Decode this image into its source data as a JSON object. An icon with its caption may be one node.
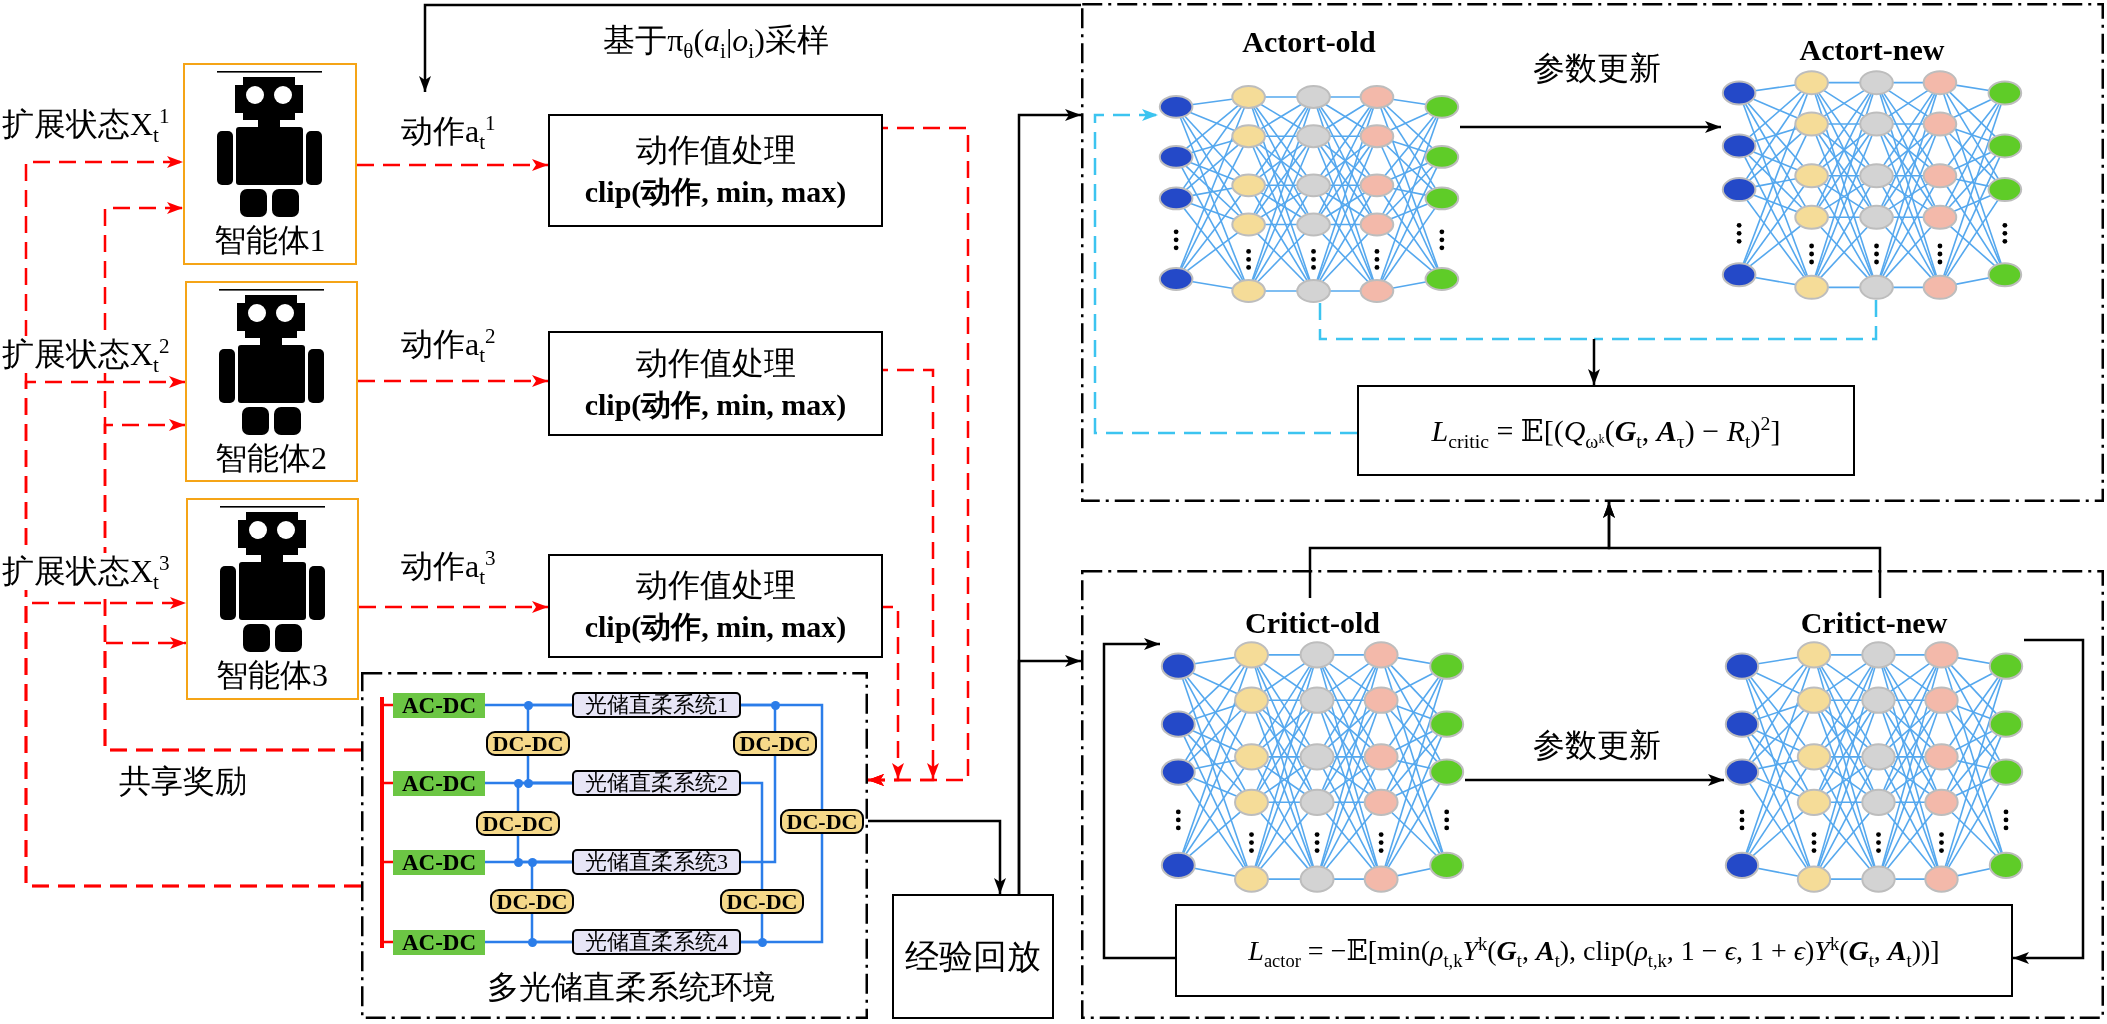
{
  "diagram": {
    "nodes": [
      {
        "text": [
          "智能体1"
        ]
      },
      {
        "text": [
          "智能体2"
        ]
      },
      {
        "text": [
          "智能体3"
        ]
      },
      {
        "text": [
          "动作值处理",
          "clip(动作, min, max)"
        ]
      },
      {
        "text": [
          "动作值处理",
          "clip(动作, min, max)"
        ]
      },
      {
        "text": [
          "动作值处理",
          "clip(动作, min, max)"
        ]
      },
      {
        "text": [
          "多光储直柔系统环境"
        ]
      },
      {
        "text": [],
        "shape": "bar",
        "in": 6
      },
      {
        "text": [
          "AC-DC"
        ],
        "in": 6
      },
      {
        "text": [
          "AC-DC"
        ],
        "in": 6
      },
      {
        "text": [
          "AC-DC"
        ],
        "in": 6
      },
      {
        "text": [
          "AC-DC"
        ],
        "in": 6
      },
      {
        "text": [
          "光储直柔系统1"
        ],
        "in": 6
      },
      {
        "text": [
          "光储直柔系统2"
        ],
        "in": 6
      },
      {
        "text": [
          "光储直柔系统3"
        ],
        "in": 6
      },
      {
        "text": [
          "光储直柔系统4"
        ],
        "in": 6
      },
      {
        "text": [
          "DC-DC"
        ],
        "in": 6
      },
      {
        "text": [
          "DC-DC"
        ],
        "in": 6
      },
      {
        "text": [
          "DC-DC"
        ],
        "in": 6
      },
      {
        "text": [
          "DC-DC"
        ],
        "in": 6
      },
      {
        "text": [
          "DC-DC"
        ],
        "in": 6
      },
      {
        "text": [
          "DC-DC"
        ],
        "in": 6
      },
      {
        "text": [
          "经验回放"
        ]
      },
      {
        "text": [],
        "shape": "box"
      },
      {
        "text": [
          "Actort-old"
        ],
        "in": 23
      },
      {
        "text": [
          "Actort-new"
        ],
        "in": 23
      },
      {
        "text": [
          "*L*$_{critic}$ = 𝔼[(*Q*$_{ωᵏ}$(**G**$_{t}$, **A**$_{τ}$) − *R*$_{t}$)$^{2}$]"
        ],
        "in": 23
      },
      {
        "text": [],
        "shape": "box"
      },
      {
        "text": [
          "Critict-old"
        ],
        "in": 27
      },
      {
        "text": [
          "Critict-new"
        ],
        "in": 27
      },
      {
        "text": [
          "*L*$_{actor}$ = −𝔼[min(*ρ*$_{t,k}$*Y*$^{k}$(**G**$_{t}$, **A**$_{t}$), clip(*ρ*$_{t,k}$, 1 − *ϵ*, 1 + *ϵ*)*Y*$^{k}$(**G**$_{t}$, **A**$_{t}$))]"
        ],
        "in": 27
      }
    ],
    "edges": [
      {
        "from": 6,
        "to": 0,
        "arrow": "to",
        "label": "扩展状态X$_{t}$$^{1}$",
        "style": "dashed",
        "color": "#ff0000"
      },
      {
        "from": 6,
        "to": 0,
        "arrow": "to",
        "style": "dashed",
        "color": "#ff0000"
      },
      {
        "from": 6,
        "to": 1,
        "arrow": "to",
        "label": "扩展状态X$_{t}$$^{2}$",
        "style": "dashed",
        "color": "#ff0000"
      },
      {
        "from": 6,
        "to": 1,
        "arrow": "to",
        "style": "dashed",
        "color": "#ff0000"
      },
      {
        "from": 6,
        "to": 2,
        "arrow": "to",
        "label": "扩展状态X$_{t}$$^{3}$",
        "style": "dashed",
        "color": "#ff0000"
      },
      {
        "from": 6,
        "to": 2,
        "arrow": "to",
        "style": "dashed",
        "color": "#ff0000"
      },
      {
        "from": 0,
        "to": 3,
        "arrow": "to",
        "label": "动作a$_{t}$$^{1}$",
        "style": "dashed",
        "color": "#ff0000"
      },
      {
        "from": 1,
        "to": 4,
        "arrow": "to",
        "label": "动作a$_{t}$$^{2}$",
        "style": "dashed",
        "color": "#ff0000"
      },
      {
        "from": 2,
        "to": 5,
        "arrow": "to",
        "label": "动作a$_{t}$$^{3}$",
        "style": "dashed",
        "color": "#ff0000"
      },
      {
        "from": 3,
        "to": 6,
        "arrow": "to",
        "style": "dashed",
        "color": "#ff0000"
      },
      {
        "from": 4,
        "to": 6,
        "arrow": "to",
        "style": "dashed",
        "color": "#ff0000"
      },
      {
        "from": 5,
        "to": 6,
        "arrow": "to",
        "style": "dashed",
        "color": "#ff0000"
      },
      {
        "from": 7,
        "to": 8,
        "arrow": "none",
        "color": "#ff0000"
      },
      {
        "from": 7,
        "to": 9,
        "arrow": "none",
        "color": "#ff0000"
      },
      {
        "from": 7,
        "to": 10,
        "arrow": "none",
        "color": "#ff0000"
      },
      {
        "from": 7,
        "to": 11,
        "arrow": "none",
        "color": "#ff0000"
      },
      {
        "from": 8,
        "to": 12,
        "arrow": "none",
        "color": "#2b7de9"
      },
      {
        "from": 9,
        "to": 13,
        "arrow": "none",
        "color": "#2b7de9"
      },
      {
        "from": 10,
        "to": 14,
        "arrow": "none",
        "color": "#2b7de9"
      },
      {
        "from": 11,
        "to": 15,
        "arrow": "none",
        "color": "#2b7de9"
      },
      {
        "from": 16,
        "to": 12,
        "arrow": "none",
        "color": "#2b7de9"
      },
      {
        "from": 16,
        "to": 13,
        "arrow": "none",
        "color": "#2b7de9"
      },
      {
        "from": 17,
        "to": 13,
        "arrow": "none",
        "color": "#2b7de9"
      },
      {
        "from": 17,
        "to": 14,
        "arrow": "none",
        "color": "#2b7de9"
      },
      {
        "from": 18,
        "to": 14,
        "arrow": "none",
        "color": "#2b7de9"
      },
      {
        "from": 18,
        "to": 15,
        "arrow": "none",
        "color": "#2b7de9"
      },
      {
        "from": 19,
        "to": 12,
        "arrow": "none",
        "color": "#2b7de9"
      },
      {
        "from": 19,
        "to": 14,
        "arrow": "none",
        "color": "#2b7de9"
      },
      {
        "from": 20,
        "to": 13,
        "arrow": "none",
        "color": "#2b7de9"
      },
      {
        "from": 20,
        "to": 15,
        "arrow": "none",
        "color": "#2b7de9"
      },
      {
        "from": 21,
        "to": 12,
        "arrow": "none",
        "color": "#2b7de9"
      },
      {
        "from": 21,
        "to": 15,
        "arrow": "none",
        "color": "#2b7de9"
      },
      {
        "from": 6,
        "to": 22,
        "arrow": "to",
        "color": "#000000"
      },
      {
        "from": 22,
        "to": 23,
        "arrow": "to",
        "color": "#000000"
      },
      {
        "from": 22,
        "to": 27,
        "arrow": "to",
        "color": "#000000"
      },
      {
        "from": 23,
        "to": null,
        "arrow": "to",
        "label": "基于π$_{θ}$(*a*$_{i}$|*o*$_{i}$)采样",
        "color": "#000000"
      },
      {
        "from": 24,
        "to": 25,
        "arrow": "to",
        "label": "参数更新",
        "color": "#000000"
      },
      {
        "from": 26,
        "to": 24,
        "arrow": "to",
        "style": "dashed",
        "color": "#3cc4f0"
      },
      {
        "from": 24,
        "to": 26,
        "arrow": "to",
        "style": "dashed",
        "color": "#3cc4f0"
      },
      {
        "from": 25,
        "to": 26,
        "arrow": "to",
        "style": "dashed",
        "color": "#3cc4f0"
      },
      {
        "from": 28,
        "to": 23,
        "arrow": "to",
        "color": "#000000"
      },
      {
        "from": 29,
        "to": 23,
        "arrow": "to",
        "color": "#000000"
      },
      {
        "from": 28,
        "to": 29,
        "arrow": "to",
        "label": "参数更新",
        "color": "#000000"
      },
      {
        "from": 29,
        "to": 30,
        "arrow": "to",
        "color": "#000000"
      },
      {
        "from": 30,
        "to": 28,
        "arrow": "to",
        "color": "#000000"
      }
    ],
    "labels": [
      "共享奖励"
    ]
  }
}
